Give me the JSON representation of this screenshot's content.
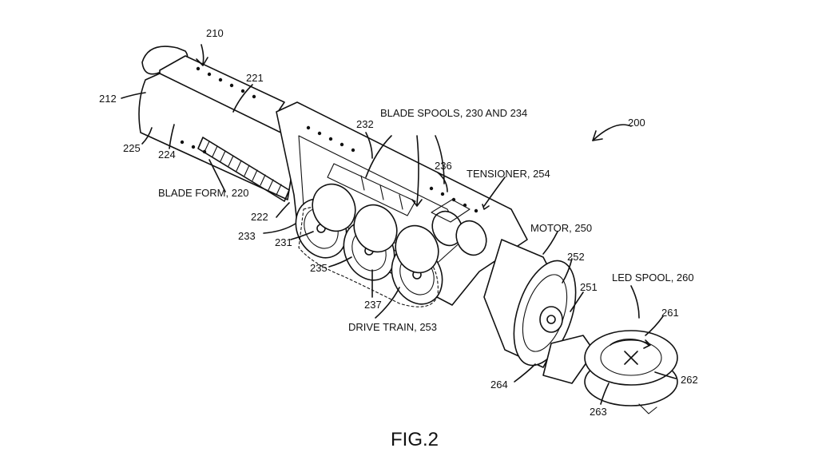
{
  "figure": {
    "caption": "FIG.2",
    "labels": {
      "l210": "210",
      "l221": "221",
      "l212": "212",
      "l225": "225",
      "l224": "224",
      "l232": "232",
      "blade_spools": "BLADE SPOOLS, 230 AND 234",
      "l200": "200",
      "l236": "236",
      "tensioner": "TENSIONER, 254",
      "blade_form": "BLADE FORM, 220",
      "l222": "222",
      "l233": "233",
      "l231": "231",
      "l235": "235",
      "motor": "MOTOR, 250",
      "l252": "252",
      "led_spool": "LED SPOOL, 260",
      "l251": "251",
      "l237": "237",
      "drive_train": "DRIVE TRAIN, 253",
      "l261": "261",
      "l264": "264",
      "l262": "262",
      "l263": "263"
    }
  }
}
